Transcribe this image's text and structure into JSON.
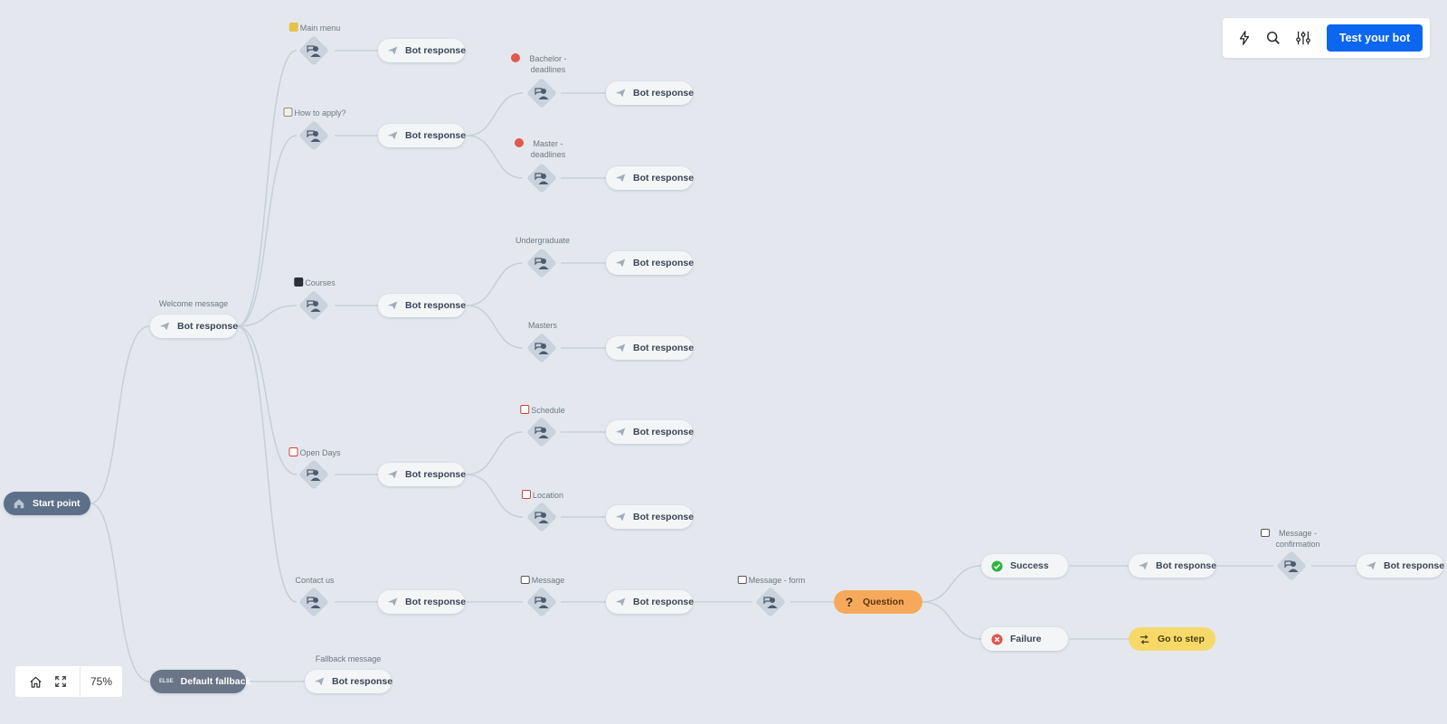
{
  "toolbar": {
    "icons": [
      "lightning-icon",
      "search-icon",
      "sliders-icon"
    ],
    "test_button": "Test your bot"
  },
  "zoom": {
    "level": "75%",
    "icons": [
      "home-icon",
      "fullscreen-icon"
    ]
  },
  "colors": {
    "primary": "#0b66f0",
    "start": "#5d7089",
    "question": "#f7a95b",
    "goto": "#f7d96a",
    "success": "#2fb344",
    "failure": "#e5534b"
  },
  "flow": {
    "start": "Start point",
    "welcome": {
      "label": "Welcome message",
      "node": "Bot response"
    },
    "default_fallback": "Default fallback",
    "fallback": {
      "label": "Fallback message",
      "node": "Bot response"
    },
    "bot_response": "Bot response",
    "intents": {
      "main_menu": "Main menu",
      "how_to_apply": "How to apply?",
      "courses": "Courses",
      "open_days": "Open Days",
      "contact_us": "Contact us"
    },
    "sub_intents": {
      "bachelor_deadlines": "Bachelor - deadlines",
      "master_deadlines": "Master - deadlines",
      "undergraduate": "Undergraduate",
      "masters": "Masters",
      "schedule": "Schedule",
      "location": "Location",
      "message": "Message",
      "message_form": "Message - form",
      "message_confirmation": "Message - confirmation"
    },
    "question": "Question",
    "success": "Success",
    "failure": "Failure",
    "go_to_step": "Go to step"
  }
}
